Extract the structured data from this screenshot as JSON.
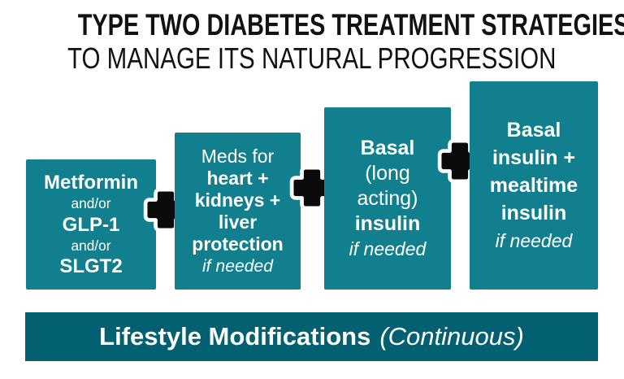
{
  "header": {
    "title": "TYPE TWO DIABETES TREATMENT STRATEGIES",
    "subtitle": "TO MANAGE ITS NATURAL PROGRESSION"
  },
  "steps": [
    {
      "name": "first-line-medications",
      "lines": [
        {
          "text": "Metformin",
          "style": "bold"
        },
        {
          "text": "and/or",
          "style": "small"
        },
        {
          "text": "GLP-1",
          "style": "bold"
        },
        {
          "text": "and/or",
          "style": "small"
        },
        {
          "text": "SLGT2",
          "style": "bold"
        }
      ]
    },
    {
      "name": "organ-protection-meds",
      "lines": [
        {
          "text": "Meds for",
          "style": "regular"
        },
        {
          "text": "heart +",
          "style": "bold"
        },
        {
          "text": "kidneys +",
          "style": "bold"
        },
        {
          "text": "liver",
          "style": "bold"
        },
        {
          "text": "protection",
          "style": "bold"
        },
        {
          "text": "if needed",
          "style": "italic"
        }
      ]
    },
    {
      "name": "basal-insulin",
      "lines": [
        {
          "text": "Basal",
          "style": "bold"
        },
        {
          "text": "(long",
          "style": "regular"
        },
        {
          "text": "acting)",
          "style": "regular"
        },
        {
          "text": "insulin",
          "style": "bold"
        },
        {
          "text": "if needed",
          "style": "italic"
        }
      ]
    },
    {
      "name": "basal-plus-mealtime-insulin",
      "lines": [
        {
          "text": "Basal",
          "style": "bold"
        },
        {
          "text": "insulin +",
          "style": "bold"
        },
        {
          "text": "mealtime",
          "style": "bold"
        },
        {
          "text": "insulin",
          "style": "bold"
        },
        {
          "text": "if needed",
          "style": "italic"
        }
      ]
    }
  ],
  "icons": {
    "plus": "plus"
  },
  "footer": {
    "bold": "Lifestyle Modifications",
    "italic": "(Continuous)"
  },
  "colors": {
    "box_teal": "#117F8D",
    "bar_teal": "#036070",
    "plus_black": "#0B0B0B",
    "title_black": "#121212",
    "text_white": "#FFFFFF"
  }
}
